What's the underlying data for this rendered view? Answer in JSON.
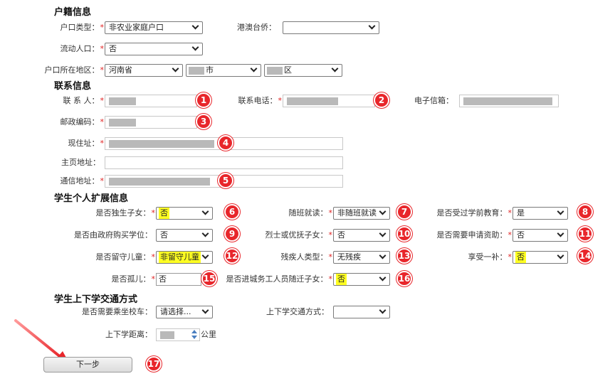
{
  "sections": {
    "household": "户籍信息",
    "contact": "联系信息",
    "student_ext": "学生个人扩展信息",
    "transport": "学生上下学交通方式"
  },
  "household": {
    "hukou_type": {
      "label": "户口类型：",
      "value": "非农业家庭户口"
    },
    "hk_macau_tw": {
      "label": "港澳台侨：",
      "value": ""
    },
    "floating": {
      "label": "流动人口：",
      "value": "否"
    },
    "region": {
      "label": "户口所在地区：",
      "province": "河南省",
      "city_suffix": "市",
      "district_suffix": "区"
    }
  },
  "contact": {
    "contact_person": {
      "label": "联 系 人："
    },
    "phone": {
      "label": "联系电话："
    },
    "email": {
      "label": "电子信箱："
    },
    "postcode": {
      "label": "邮政编码："
    },
    "address": {
      "label": "现住址："
    },
    "homepage": {
      "label": "主页地址："
    },
    "mail_address": {
      "label": "通信地址："
    }
  },
  "student_ext": {
    "only_child": {
      "label": "是否独生子女：",
      "value": "否"
    },
    "follow_class": {
      "label": "随班就读：",
      "value": "非随班就读"
    },
    "preschool": {
      "label": "是否受过学前教育：",
      "value": "是"
    },
    "gov_purchase": {
      "label": "是否由政府购买学位：",
      "value": "否"
    },
    "martyr_child": {
      "label": "烈士或优抚子女：",
      "value": "否"
    },
    "need_aid": {
      "label": "是否需要申请资助：",
      "value": "否"
    },
    "left_behind": {
      "label": "是否留守儿童：",
      "value": "非留守儿童"
    },
    "disability": {
      "label": "残疾人类型：",
      "value": "无残疾"
    },
    "enjoy_subsidy": {
      "label": "享受一补：",
      "value": "否"
    },
    "orphan": {
      "label": "是否孤儿：",
      "value": "否"
    },
    "migrant_child": {
      "label": "是否进城务工人员随迁子女：",
      "value": "否"
    }
  },
  "transport": {
    "school_bus": {
      "label": "是否需要乘坐校车：",
      "value": "请选择..."
    },
    "mode": {
      "label": "上下学交通方式：",
      "value": ""
    },
    "distance": {
      "label": "上下学距离：",
      "unit": "公里"
    }
  },
  "buttons": {
    "next": "下一步"
  },
  "required_mark": "*",
  "badges": [
    "1",
    "2",
    "3",
    "4",
    "5",
    "6",
    "7",
    "8",
    "9",
    "10",
    "11",
    "12",
    "13",
    "14",
    "15",
    "16",
    "17"
  ],
  "colors": {
    "badge": "#e8262b",
    "highlight": "#ffff22",
    "required": "#e02020",
    "arrow": "#e8262b"
  }
}
